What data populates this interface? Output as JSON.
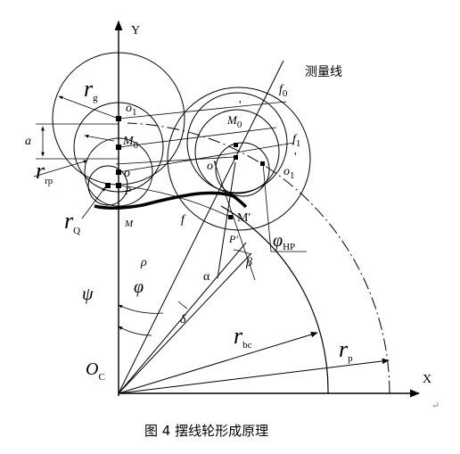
{
  "labels": {
    "y_axis": "Y",
    "x_axis": "X",
    "measure_line": "测量线",
    "o1": "o",
    "o1_sub": "1",
    "M0": "M",
    "M0_sub": "0",
    "o": "o",
    "P": "P",
    "M": "M",
    "f": "f",
    "f0": "f",
    "f0_sub": "0",
    "f1": "f",
    "f1_sub": "1",
    "M0p": "M",
    "M0p_sub": "0",
    "M0p_prime": "'",
    "op": "o'",
    "o1p": "o",
    "o1p_sub": "1",
    "o1p_prime": "'",
    "Mp": "M'",
    "Pp": "P'",
    "phi_HP": "φ",
    "phi_HP_sub": "HP",
    "rg": "r",
    "rg_sub": "g",
    "a": "a",
    "rrp": "r",
    "rrp_sub": "rp",
    "rQ": "r",
    "rQ_sub": "Q",
    "rho": "ρ",
    "beta": "β",
    "alpha": "α",
    "psi": "ψ",
    "phi": "φ",
    "delta": "δ",
    "rbc": "r",
    "rbc_sub": "bc",
    "rp": "r",
    "rp_sub": "p",
    "Oc": "O",
    "Oc_sub": "C",
    "caption": "图 4  摆线轮形成原理"
  }
}
